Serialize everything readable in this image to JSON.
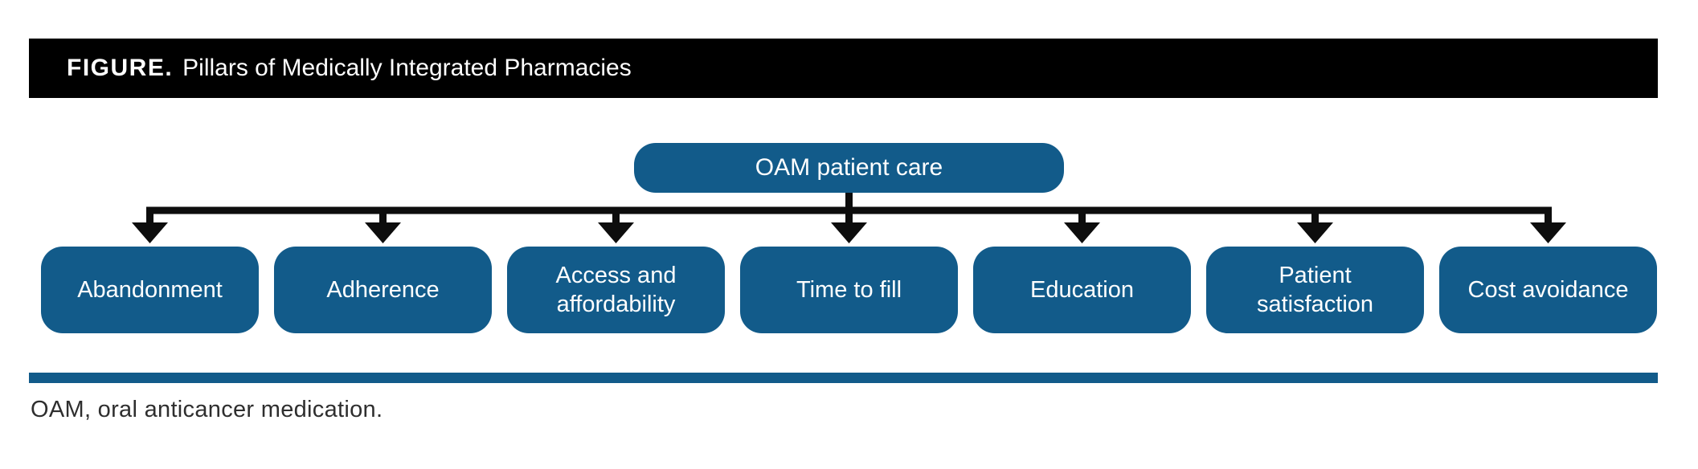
{
  "figure": {
    "label": "FIGURE.",
    "title": "Pillars of Medically Integrated Pharmacies"
  },
  "diagram": {
    "root": {
      "label": "OAM patient care"
    },
    "pillars": [
      {
        "label": "Abandonment"
      },
      {
        "label": "Adherence"
      },
      {
        "label": "Access and affordability"
      },
      {
        "label": "Time to fill"
      },
      {
        "label": "Education"
      },
      {
        "label": "Patient satisfaction"
      },
      {
        "label": "Cost avoidance"
      }
    ]
  },
  "footnote": "OAM, oral anticancer medication.",
  "colors": {
    "box_blue": "#125B8A",
    "bar_black": "#000000",
    "divider_blue": "#125B8A",
    "arrow_black": "#0d0d0d",
    "footnote_gray": "#2e2e2e"
  }
}
